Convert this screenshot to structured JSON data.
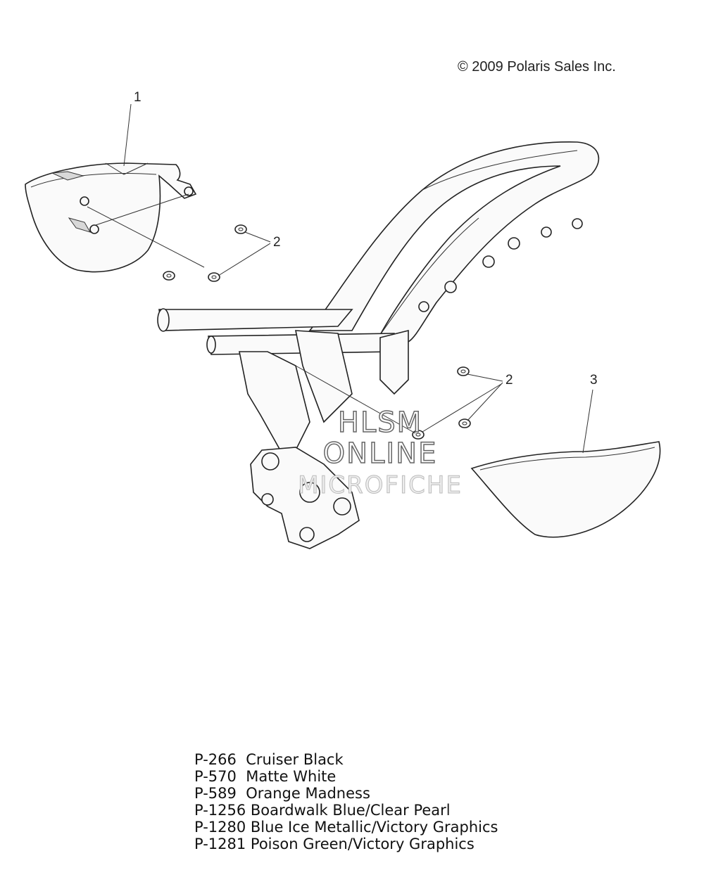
{
  "copyright": "© 2009 Polaris Sales Inc.",
  "callouts": {
    "c1": "1",
    "c2a": "2",
    "c2b": "2",
    "c3": "3"
  },
  "watermark": {
    "line1": "HLSM",
    "line2": "ONLINE",
    "line3": "MICROFICHE"
  },
  "legend": [
    "P-266  Cruiser Black",
    "P-570  Matte White",
    "P-589  Orange Madness",
    "P-1256 Boardwalk Blue/Clear Pearl",
    "P-1280 Blue Ice Metallic/Victory Graphics",
    "P-1281 Poison Green/Victory Graphics"
  ]
}
